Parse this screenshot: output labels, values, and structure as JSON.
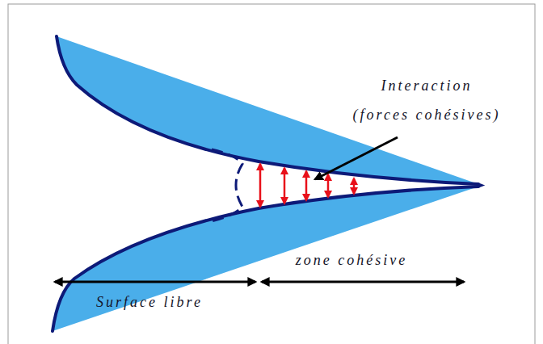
{
  "diagram": {
    "labels": [
      "Interaction (forces cohésives)",
      "zone cohésive",
      "Surface libre"
    ]
  }
}
